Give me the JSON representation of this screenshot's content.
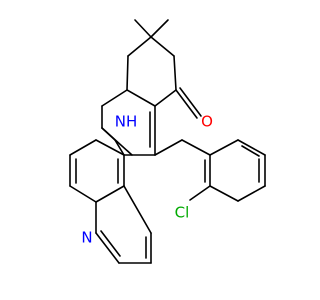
{
  "diagram_type": "skeletal-structure",
  "atoms": {
    "nh": "NH",
    "o": "O",
    "n": "N",
    "cl": "Cl"
  },
  "colors": {
    "bond": "#000000",
    "nh": "#0000ff",
    "o": "#ff0000",
    "n": "#0000ff",
    "cl": "#00aa00"
  }
}
